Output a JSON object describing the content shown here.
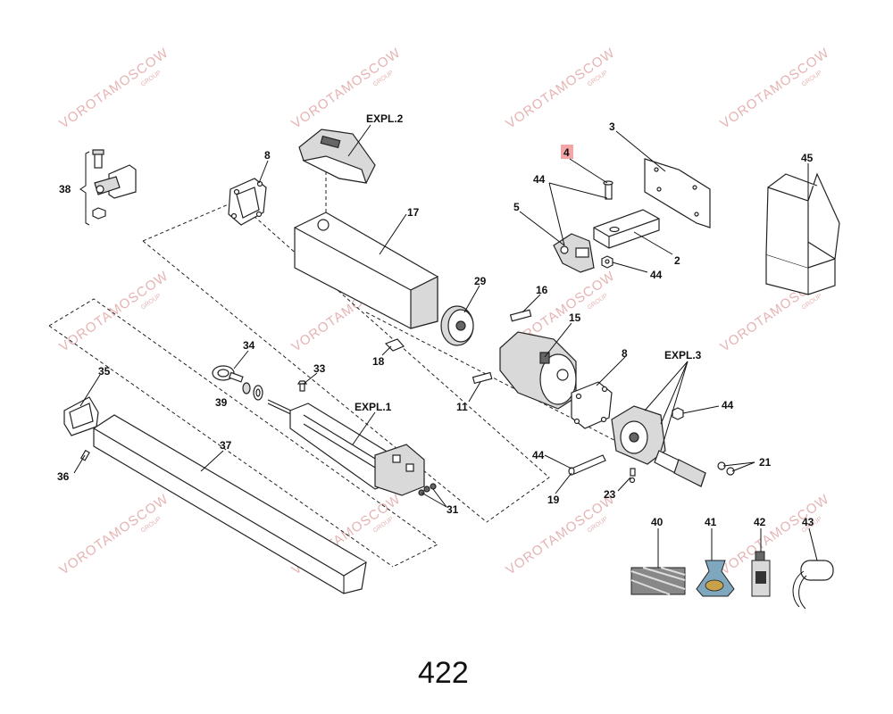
{
  "diagram": {
    "page_number": "422",
    "watermark_text": "VOROTAMOSCOW",
    "watermark_sub": "GROUP",
    "highlight_color": "#f4a6a6",
    "labels": {
      "p38": "38",
      "p8a": "8",
      "expl2": "EXPL.2",
      "p17": "17",
      "p3": "3",
      "p4": "4",
      "p44a": "44",
      "p5": "5",
      "p2": "2",
      "p44b": "44",
      "p45": "45",
      "p29": "29",
      "p16": "16",
      "p15": "15",
      "p18": "18",
      "p34": "34",
      "p33": "33",
      "p35": "35",
      "p39": "39",
      "expl1": "EXPL.1",
      "p11": "11",
      "p8b": "8",
      "expl3": "EXPL.3",
      "p44c": "44",
      "p37": "37",
      "p36": "36",
      "p44d": "44",
      "p21": "21",
      "p23": "23",
      "p19": "19",
      "p31": "31",
      "p40": "40",
      "p41": "41",
      "p42": "42",
      "p43": "43"
    }
  }
}
